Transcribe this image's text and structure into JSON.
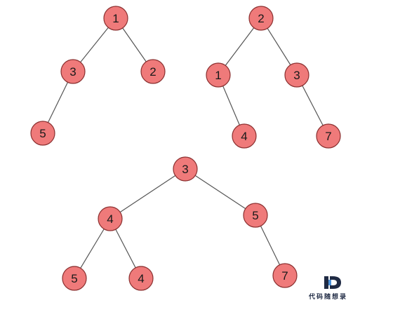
{
  "colors": {
    "node_fill": "#ef7a7a",
    "node_stroke": "#8a2f2f",
    "edge": "#555555",
    "logo_dark": "#1f2a44",
    "logo_accent": "#4a90d9"
  },
  "trees": [
    {
      "nodes": [
        {
          "id": "a1",
          "label": "1"
        },
        {
          "id": "a3",
          "label": "3"
        },
        {
          "id": "a2",
          "label": "2"
        },
        {
          "id": "a5",
          "label": "5"
        }
      ],
      "edges": [
        [
          "a1",
          "a3"
        ],
        [
          "a1",
          "a2"
        ],
        [
          "a3",
          "a5"
        ]
      ]
    },
    {
      "nodes": [
        {
          "id": "b2",
          "label": "2"
        },
        {
          "id": "b1",
          "label": "1"
        },
        {
          "id": "b3",
          "label": "3"
        },
        {
          "id": "b4",
          "label": "4"
        },
        {
          "id": "b7",
          "label": "7"
        }
      ],
      "edges": [
        [
          "b2",
          "b1"
        ],
        [
          "b2",
          "b3"
        ],
        [
          "b1",
          "b4"
        ],
        [
          "b3",
          "b7"
        ]
      ]
    },
    {
      "nodes": [
        {
          "id": "c3",
          "label": "3"
        },
        {
          "id": "c4",
          "label": "4"
        },
        {
          "id": "c5",
          "label": "5"
        },
        {
          "id": "c5b",
          "label": "5"
        },
        {
          "id": "c4b",
          "label": "4"
        },
        {
          "id": "c7",
          "label": "7"
        }
      ],
      "edges": [
        [
          "c3",
          "c4"
        ],
        [
          "c3",
          "c5"
        ],
        [
          "c4",
          "c5b"
        ],
        [
          "c4",
          "c4b"
        ],
        [
          "c5",
          "c7"
        ]
      ]
    }
  ],
  "watermark": {
    "logo_letter": "D",
    "text": "代码随想录"
  }
}
